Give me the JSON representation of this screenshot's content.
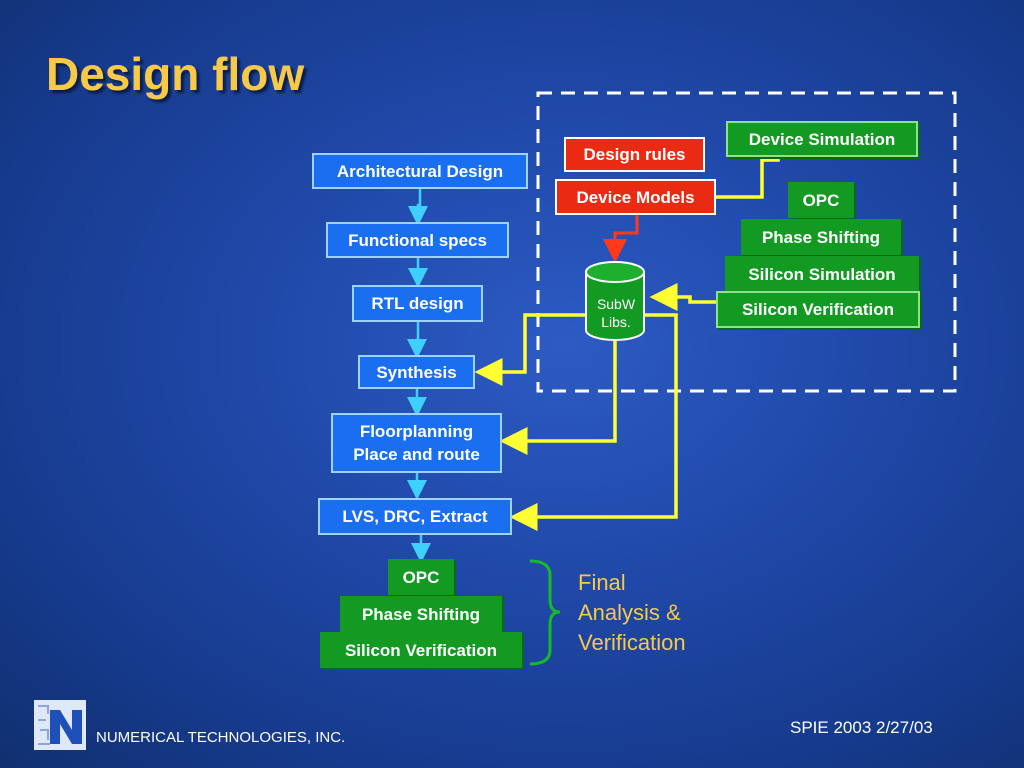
{
  "title": "Design flow",
  "flow": {
    "architectural": "Architectural Design",
    "functional": "Functional specs",
    "rtl": "RTL design",
    "synthesis": "Synthesis",
    "floorplanning_1": "Floorplanning",
    "floorplanning_2": "Place and route",
    "lvs": "LVS, DRC, Extract"
  },
  "final_stack": {
    "opc": "OPC",
    "phase": "Phase Shifting",
    "silicon_verification": "Silicon Verification"
  },
  "final_label": [
    "Final",
    "Analysis &",
    "Verification"
  ],
  "library_box": {
    "design_rules": "Design rules",
    "device_models": "Device Models",
    "device_simulation": "Device Simulation",
    "opc": "OPC",
    "phase": "Phase Shifting",
    "silicon_simulation": "Silicon Simulation",
    "silicon_verification": "Silicon Verification",
    "database_1": "SubW",
    "database_2": "Libs."
  },
  "footer": {
    "company": "NUMERICAL TECHNOLOGIES, INC.",
    "date": "SPIE 2003 2/27/03"
  },
  "colors": {
    "title": "#f7c948",
    "flow_box": "#1a6ff0",
    "red_box": "#e82b12",
    "green_box": "#129a22",
    "connector_yellow": "#ffff33",
    "connector_cyan": "#3fd0ff",
    "connector_red": "#ff3a1a"
  }
}
